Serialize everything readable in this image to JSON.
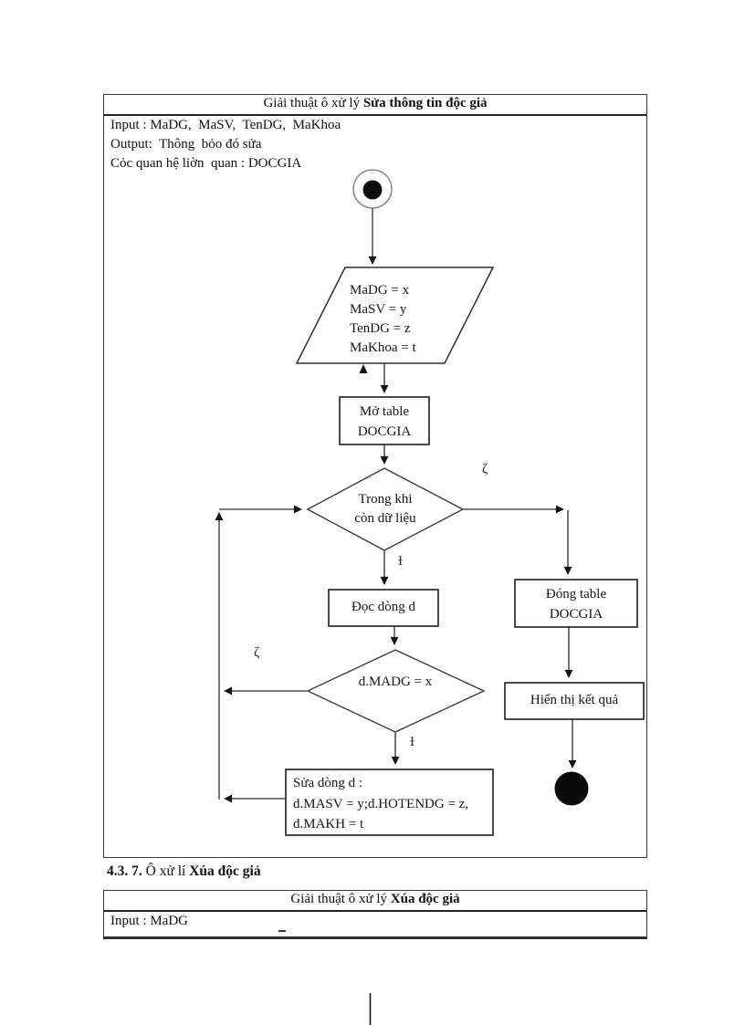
{
  "ink_color": "#2b2b2b",
  "table1": {
    "title_prefix": "Giải thuật ô xử lý ",
    "title_bold": "Sửa thông tin độc giả",
    "lines": {
      "input": "Input : MaDG,  MaSV,  TenDG,  MaKhoa",
      "output": "Output:  Thông  bỏo đó sửa",
      "relations": "Cỏc quan hệ liờn  quan : DOCGIA"
    }
  },
  "flowchart": {
    "input_node": {
      "line1": "MaDG = x",
      "line2": "MaSV = y",
      "line3": "TenDG = z",
      "line4": "MaKhoa = t"
    },
    "open_table_node": {
      "line1": "Mở table",
      "line2": "DOCGIA"
    },
    "while_node": {
      "line1": "Trong khi",
      "line2": "còn dữ liệu"
    },
    "read_node": {
      "line1": "Đọc dòng d"
    },
    "match_node": {
      "line1": "d.MADG = x"
    },
    "update_node": {
      "line1": "Sửa dòng d :",
      "line2": "d.MASV = y;d.HOTENDG  = z,",
      "line3": "d.MAKH = t"
    },
    "close_table_node": {
      "line1": "Đóng table",
      "line2": "DOCGIA"
    },
    "display_node": {
      "line1": "Hiển thị kết quả"
    },
    "branch_labels": {
      "while_false": "ζ",
      "while_true": "Ɨ",
      "match_false": "ζ",
      "match_true": "Ɨ"
    }
  },
  "heading": {
    "number_bold": "4.3. 7.",
    "middle": " Ô xử lí ",
    "title_bold": "Xúa độc giả"
  },
  "table2": {
    "title_prefix": "Giải  thuật  ô xử lý ",
    "title_bold": "Xúa độc giả",
    "lines": {
      "input": "Input : MaDG"
    }
  }
}
